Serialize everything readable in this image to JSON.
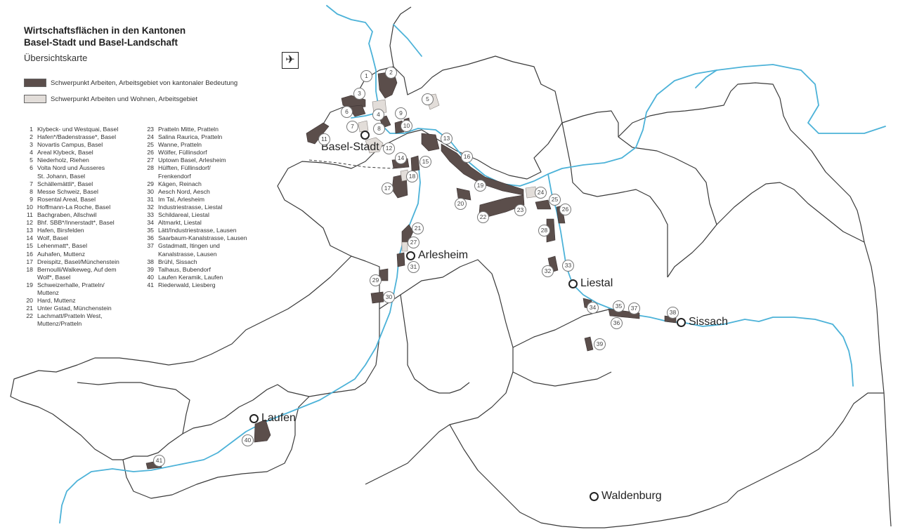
{
  "header": {
    "title_line1": "Wirtschaftsflächen in den Kantonen",
    "title_line2": "Basel-Stadt und Basel-Landschaft",
    "subtitle": "Übersichtskarte"
  },
  "legend": [
    {
      "label": "Schwerpunkt Arbeiten, Arbeitsgebiet von kantonaler Bedeutung",
      "color": "#5b4e4b"
    },
    {
      "label": "Schwerpunkt Arbeiten und Wohnen, Arbeitsgebiet",
      "color": "#e2ddd9"
    }
  ],
  "colors": {
    "river": "#4cb2d8",
    "border": "#3a3a3a",
    "area_dark": "#5b4e4b",
    "area_light": "#e2ddd9"
  },
  "airport_icon": "airplane-icon",
  "airport_glyph": "✈",
  "areas": [
    {
      "n": "1",
      "name": "Klybeck- und Westquai, Basel"
    },
    {
      "n": "2",
      "name": "Hafen*/Badenstrasse*, Basel"
    },
    {
      "n": "3",
      "name": "Novartis Campus, Basel"
    },
    {
      "n": "4",
      "name": "Areal Klybeck, Basel"
    },
    {
      "n": "5",
      "name": "Niederholz, Riehen"
    },
    {
      "n": "6",
      "name": "Volta Nord und Äusseres",
      "cont": "St. Johann, Basel"
    },
    {
      "n": "7",
      "name": "Schällemättli*, Basel"
    },
    {
      "n": "8",
      "name": "Messe Schweiz, Basel"
    },
    {
      "n": "9",
      "name": "Rosental Areal, Basel"
    },
    {
      "n": "10",
      "name": "Hoffmann-La Roche, Basel"
    },
    {
      "n": "11",
      "name": "Bachgraben, Allschwil"
    },
    {
      "n": "12",
      "name": "Bhf. SBB*/Innerstadt*, Basel"
    },
    {
      "n": "13",
      "name": "Hafen, Birsfelden"
    },
    {
      "n": "14",
      "name": "Wolf, Basel"
    },
    {
      "n": "15",
      "name": "Lehenmatt*, Basel"
    },
    {
      "n": "16",
      "name": "Auhafen, Muttenz"
    },
    {
      "n": "17",
      "name": "Dreispitz, Basel/Münchenstein"
    },
    {
      "n": "18",
      "name": "Bernoulli/Walkeweg, Auf dem",
      "cont": "Wolf*, Basel"
    },
    {
      "n": "19",
      "name": "Schweizerhalle, Pratteln/",
      "cont": "Muttenz"
    },
    {
      "n": "20",
      "name": "Hard, Muttenz"
    },
    {
      "n": "21",
      "name": "Unter Gstad, Münchenstein"
    },
    {
      "n": "22",
      "name": "Lachmatt/Pratteln West,",
      "cont": "Muttenz/Pratteln"
    },
    {
      "n": "23",
      "name": "Pratteln Mitte, Pratteln"
    },
    {
      "n": "24",
      "name": "Salina Raurica, Pratteln"
    },
    {
      "n": "25",
      "name": "Wanne, Pratteln"
    },
    {
      "n": "26",
      "name": "Wölfer, Füllinsdorf"
    },
    {
      "n": "27",
      "name": "Uptown Basel, Arlesheim"
    },
    {
      "n": "28",
      "name": "Hülften, Füllinsdorf/",
      "cont": "Frenkendorf"
    },
    {
      "n": "29",
      "name": "Kägen, Reinach"
    },
    {
      "n": "30",
      "name": "Aesch Nord, Aesch"
    },
    {
      "n": "31",
      "name": "Im Tal, Arlesheim"
    },
    {
      "n": "32",
      "name": "Industriestrasse, Liestal"
    },
    {
      "n": "33",
      "name": "Schildareal, Liestal"
    },
    {
      "n": "34",
      "name": "Altmarkt, Liestal"
    },
    {
      "n": "35",
      "name": "Lätt/Industriestrasse, Lausen"
    },
    {
      "n": "36",
      "name": "Saarbaum-Kanalstrasse, Lausen"
    },
    {
      "n": "37",
      "name": "Gstadmatt, Itingen und",
      "cont": "Kanalstrasse, Lausen"
    },
    {
      "n": "38",
      "name": "Brühl, Sissach"
    },
    {
      "n": "39",
      "name": "Talhaus, Bubendorf"
    },
    {
      "n": "40",
      "name": "Laufen Keramik, Laufen"
    },
    {
      "n": "41",
      "name": "Riederwald, Liesberg"
    }
  ],
  "towns": {
    "basel": "Basel-Stadt",
    "arlesheim": "Arlesheim",
    "liestal": "Liestal",
    "sissach": "Sissach",
    "laufen": "Laufen",
    "waldenburg": "Waldenburg"
  }
}
